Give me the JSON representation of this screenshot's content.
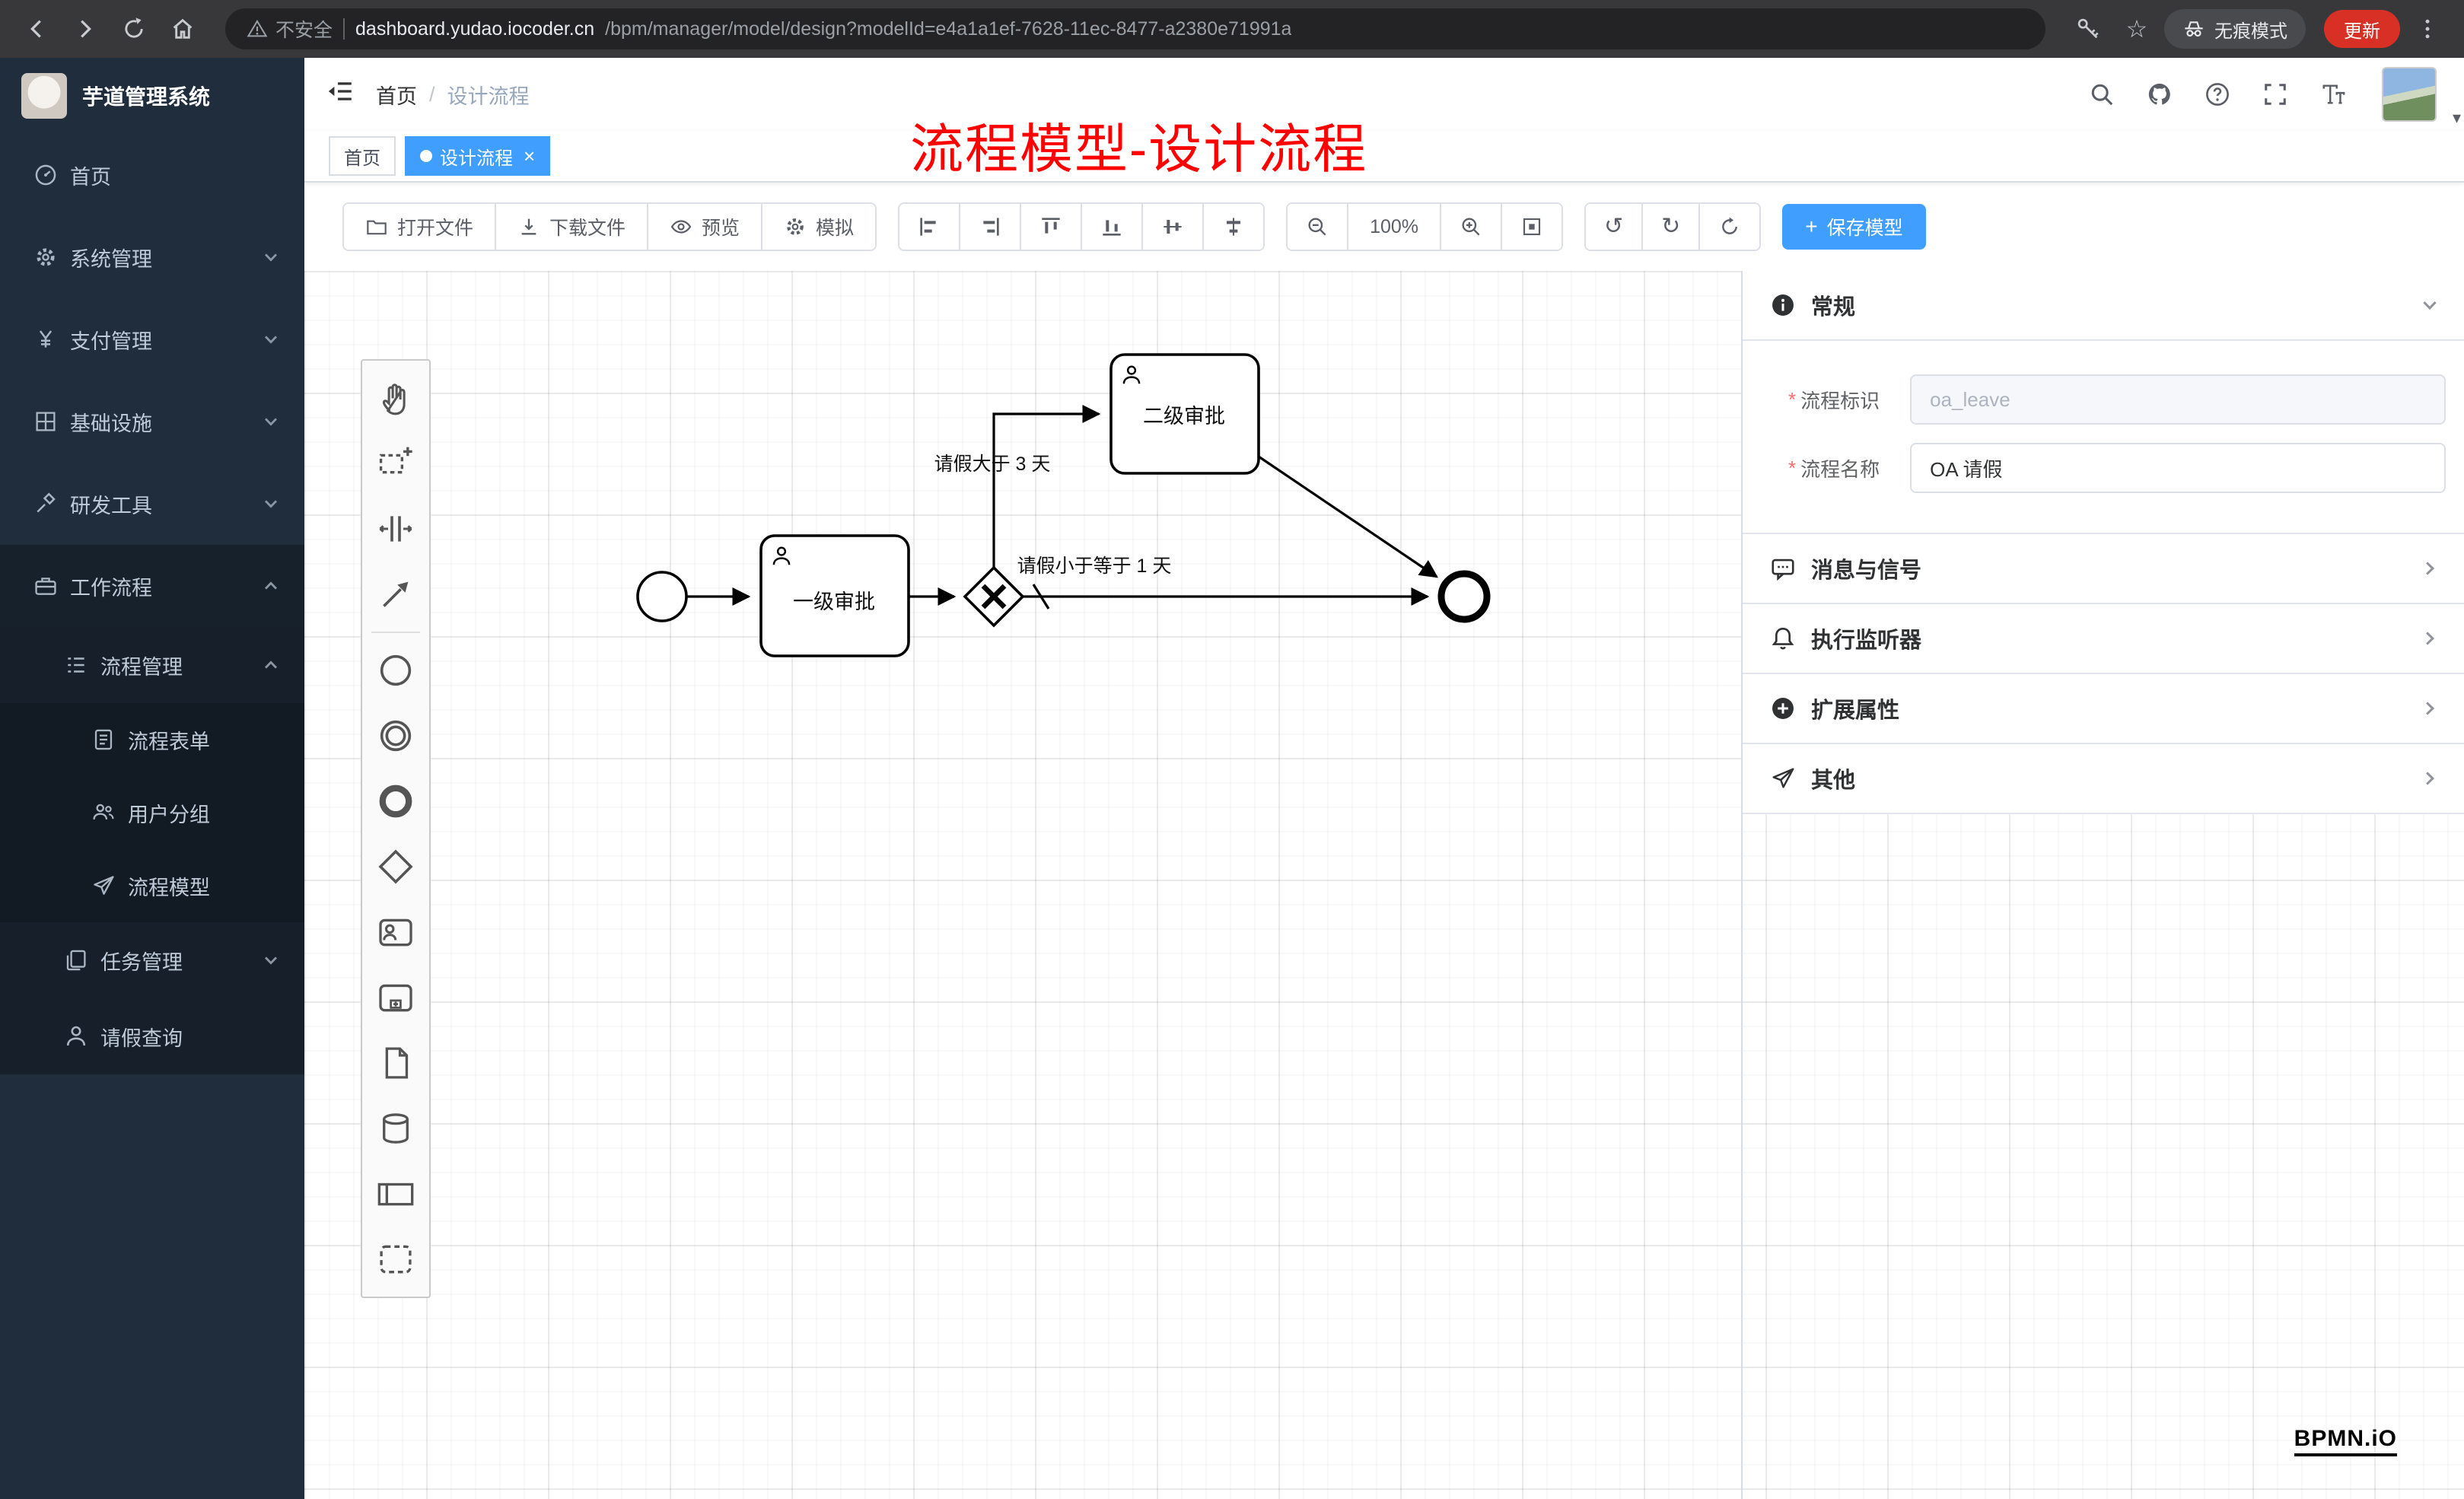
{
  "browser": {
    "security_label": "不安全",
    "url_host": "dashboard.yudao.iocoder.cn",
    "url_path": "/bpm/manager/model/design?modelId=e4a1a1ef-7628-11ec-8477-a2380e71991a",
    "incognito_label": "无痕模式",
    "update_label": "更新"
  },
  "sidebar": {
    "app_title": "芋道管理系统",
    "items": [
      {
        "label": "首页"
      },
      {
        "label": "系统管理"
      },
      {
        "label": "支付管理"
      },
      {
        "label": "基础设施"
      },
      {
        "label": "研发工具"
      },
      {
        "label": "工作流程"
      },
      {
        "label": "流程管理"
      },
      {
        "label": "流程表单"
      },
      {
        "label": "用户分组"
      },
      {
        "label": "流程模型"
      },
      {
        "label": "任务管理"
      },
      {
        "label": "请假查询"
      }
    ]
  },
  "header": {
    "breadcrumb": [
      "首页",
      "设计流程"
    ]
  },
  "tabs": [
    {
      "label": "首页",
      "active": false
    },
    {
      "label": "设计流程",
      "active": true
    }
  ],
  "annotation": {
    "text": "流程模型-设计流程",
    "color": "#fe0000"
  },
  "toolbar": {
    "open": "打开文件",
    "download": "下载文件",
    "preview": "预览",
    "simulate": "模拟",
    "zoom_level": "100%",
    "save": "保存模型"
  },
  "diagram": {
    "nodes": [
      {
        "id": "start",
        "type": "startEvent",
        "label": ""
      },
      {
        "id": "task1",
        "type": "userTask",
        "label": "一级审批"
      },
      {
        "id": "gateway",
        "type": "exclusiveGateway",
        "label": ""
      },
      {
        "id": "task2",
        "type": "userTask",
        "label": "二级审批"
      },
      {
        "id": "end",
        "type": "endEvent",
        "label": ""
      }
    ],
    "edges": [
      {
        "from": "start",
        "to": "task1",
        "label": ""
      },
      {
        "from": "task1",
        "to": "gateway",
        "label": ""
      },
      {
        "from": "gateway",
        "to": "task2",
        "label": "请假大于 3 天"
      },
      {
        "from": "gateway",
        "to": "end",
        "label": "请假小于等于 1 天",
        "default": true
      },
      {
        "from": "task2",
        "to": "end",
        "label": ""
      }
    ]
  },
  "panel": {
    "sections": [
      {
        "label": "常规"
      },
      {
        "label": "消息与信号"
      },
      {
        "label": "执行监听器"
      },
      {
        "label": "扩展属性"
      },
      {
        "label": "其他"
      }
    ],
    "fields": [
      {
        "label": "流程标识",
        "value": "oa_leave",
        "required": true,
        "disabled": true
      },
      {
        "label": "流程名称",
        "value": "OA 请假",
        "required": true,
        "disabled": false
      }
    ]
  },
  "watermark": "BPMN.iO",
  "colors": {
    "accent": "#409eff",
    "sidebar_bg": "#1f2d3d",
    "danger": "#d93025"
  }
}
